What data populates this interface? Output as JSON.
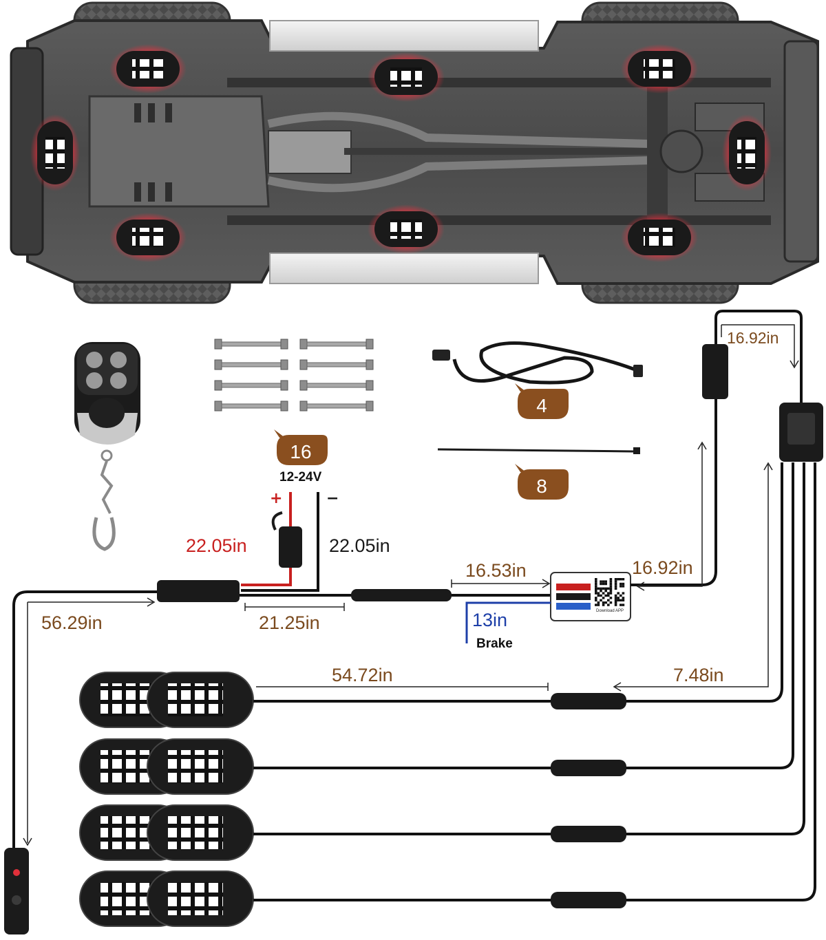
{
  "accessory_counts": {
    "extension_cable": "4",
    "screws": "16",
    "cable_ties": "8"
  },
  "voltage_label": "12-24V",
  "polarity": {
    "positive": "+",
    "negative": "−"
  },
  "dimensions": {
    "red_lead": "22.05in",
    "black_lead": "22.05in",
    "switch_cable": "56.29in",
    "harness_segment": "21.25in",
    "controller_input": "16.53in",
    "controller_output": "16.92in",
    "splitter_top": "16.92in",
    "brake_wire": "13in",
    "pod_lead": "54.72in",
    "splitter_branch": "7.48in"
  },
  "brake_label": "Brake",
  "controller_text": "Download APP",
  "colors": {
    "accent_brown": "#8a4f1f",
    "label_brown": "#7a4a1e",
    "positive_red": "#c8201f",
    "brake_blue": "#1d3fa8",
    "glow_red": "#e0303a"
  }
}
